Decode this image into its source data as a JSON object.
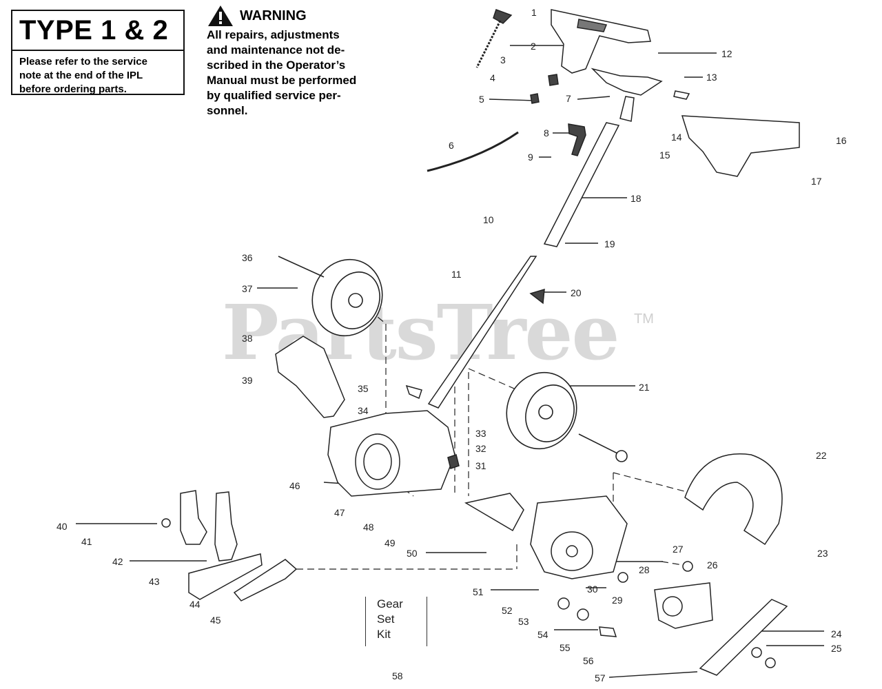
{
  "type_box": {
    "title": "TYPE 1 & 2",
    "note_lines": [
      "Please  refer  to the service",
      "note  at the end of the IPL",
      "before ordering  parts."
    ]
  },
  "warning": {
    "heading": "WARNING",
    "lines": [
      "All  repairs,  adjustments",
      "and maintenance not de-",
      "scribed in the Operator’s",
      "Manual must be performed",
      "by qualified  service per-",
      "sonnel."
    ]
  },
  "watermark": {
    "text": "PartsTree",
    "mark": "TM"
  },
  "kit_label": [
    "Gear",
    "Set",
    "Kit"
  ],
  "part_numbers": [
    "1",
    "2",
    "3",
    "4",
    "5",
    "6",
    "7",
    "8",
    "9",
    "10",
    "11",
    "12",
    "13",
    "14",
    "15",
    "16",
    "17",
    "18",
    "19",
    "20",
    "21",
    "22",
    "23",
    "24",
    "25",
    "26",
    "27",
    "28",
    "29",
    "30",
    "31",
    "32",
    "33",
    "34",
    "35",
    "36",
    "37",
    "38",
    "39",
    "40",
    "41",
    "42",
    "43",
    "44",
    "45",
    "46",
    "47",
    "48",
    "49",
    "50",
    "51",
    "52",
    "53",
    "54",
    "55",
    "56",
    "57",
    "58"
  ]
}
